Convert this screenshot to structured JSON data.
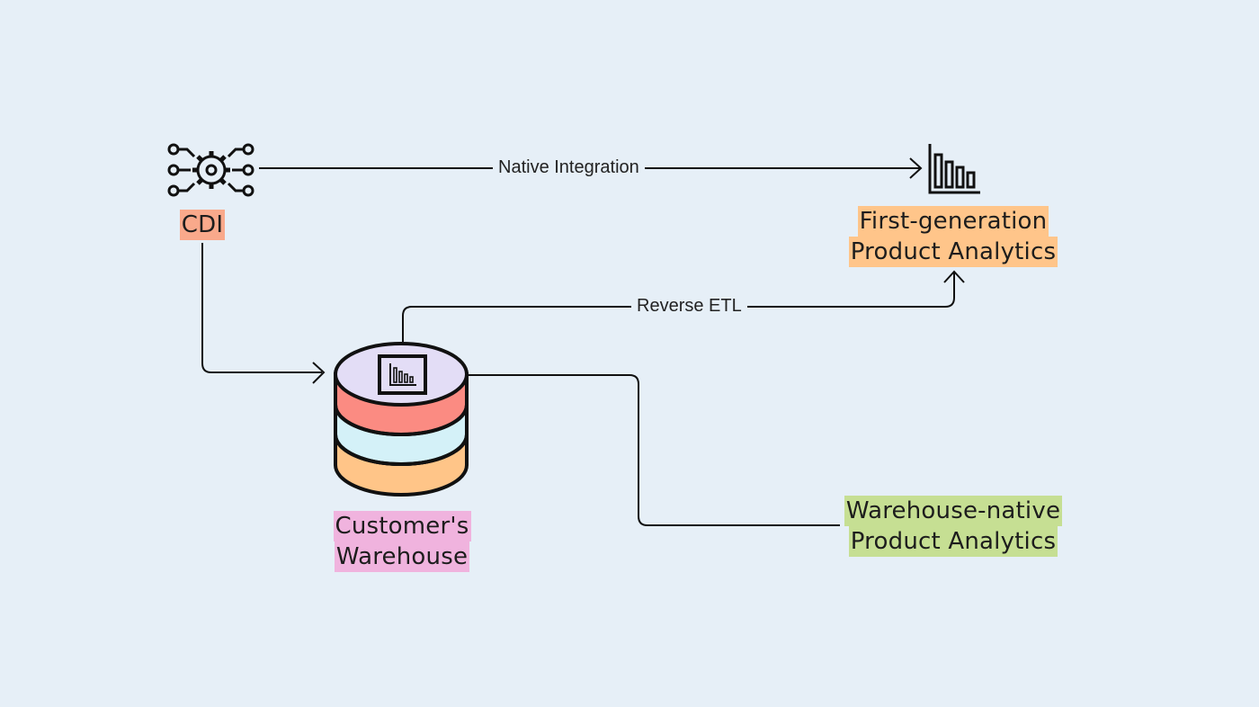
{
  "nodes": {
    "cdi": {
      "label": "CDI",
      "highlight": "#f9a98b"
    },
    "first_gen": {
      "line1": "First-generation",
      "line2": "Product Analytics",
      "highlight": "#ffc58a"
    },
    "warehouse": {
      "line1": "Customer's",
      "line2": "Warehouse",
      "highlight": "#f0b3de"
    },
    "warehouse_native": {
      "line1": "Warehouse-native",
      "line2": "Product Analytics",
      "highlight": "#c6df93"
    }
  },
  "edges": {
    "native_integration": "Native Integration",
    "reverse_etl": "Reverse ETL"
  },
  "icons": {
    "cdi": "gear-network-icon",
    "first_gen": "bar-chart-icon",
    "warehouse": "database-icon",
    "warehouse_chart": "bar-chart-icon"
  },
  "colors": {
    "db_top": "#e3ddf6",
    "db_layer1": "#fb8b82",
    "db_layer2": "#d4f1f8",
    "db_layer3": "#ffc588",
    "stroke": "#111111"
  }
}
